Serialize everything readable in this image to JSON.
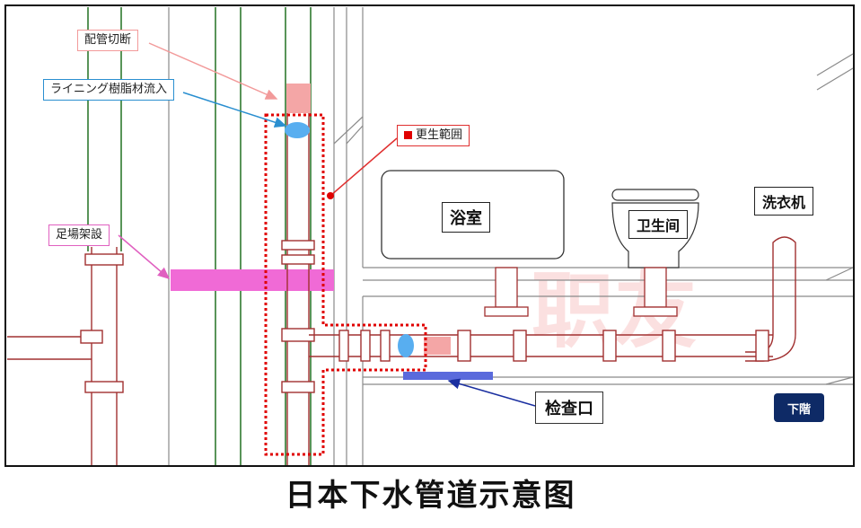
{
  "labels": {
    "pipe_cut": "配管切断",
    "resin_inflow": "ライニング樹脂材流入",
    "renewal_range": "更生範囲",
    "scaffold": "足場架設",
    "bathroom": "浴室",
    "toilet": "卫生间",
    "washer": "洗衣机",
    "inspection": "检查口",
    "downstairs": "下階"
  },
  "watermark": "职友",
  "caption": "日本下水管道示意图",
  "colors": {
    "pipe": "#a13030",
    "wall_green": "#2f7a2f",
    "cut_pink": "#f4a6a6",
    "scaffold_magenta": "#f06ad6",
    "resin_blue": "#58aef0",
    "renewal_red": "#e00000",
    "inspection_blue": "#5a6adc",
    "downstairs_bg": "#0e2a66"
  },
  "icons": {
    "renewal_marker": "red-square-icon"
  }
}
